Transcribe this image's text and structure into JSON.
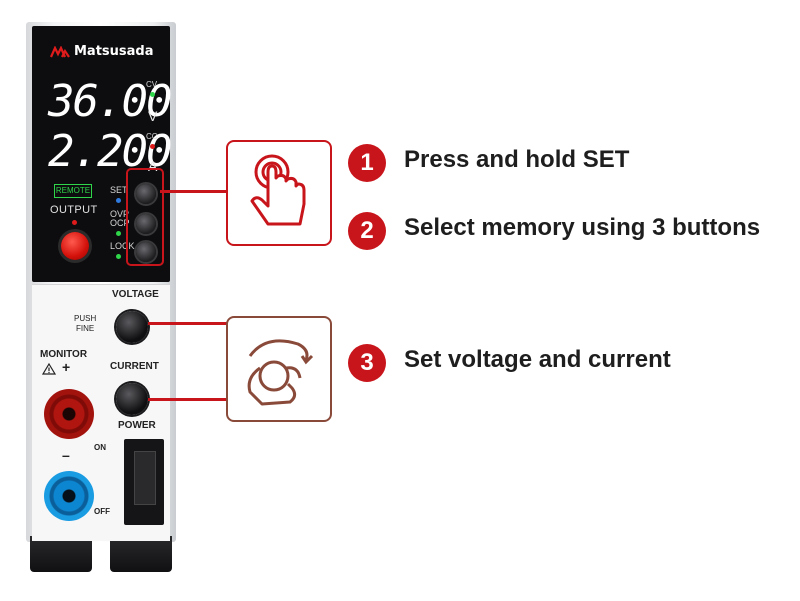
{
  "device": {
    "brand": "Matsusada",
    "display": {
      "voltage": "36.00",
      "current": "2.200",
      "cv": "CV",
      "cc": "CC",
      "v": "V",
      "a": "A"
    },
    "remote": "REMOTE",
    "output": "OUTPUT",
    "keys": {
      "set": "SET",
      "ovp": "OVP",
      "ocp": "OCP",
      "lock": "LOCK"
    },
    "voltage": "VOLTAGE",
    "push": "PUSH",
    "fine": "FINE",
    "monitor": "MONITOR",
    "warning_plus": "+",
    "current": "CURRENT",
    "power": "POWER",
    "minus": "–",
    "on": "ON",
    "off": "OFF"
  },
  "steps": [
    {
      "num": "1",
      "text": "Press and hold SET"
    },
    {
      "num": "2",
      "text": "Select memory using 3 buttons"
    },
    {
      "num": "3",
      "text": "Set voltage and current"
    }
  ],
  "icons": [
    "hand-press-icon",
    "knob-turn-icon",
    "warning-icon",
    "matsusada-logo-icon"
  ],
  "colors": {
    "accent": "#c8151b",
    "led_green": "#2fd64a",
    "led_red": "#e01b1b",
    "text": "#1e1e1e"
  }
}
